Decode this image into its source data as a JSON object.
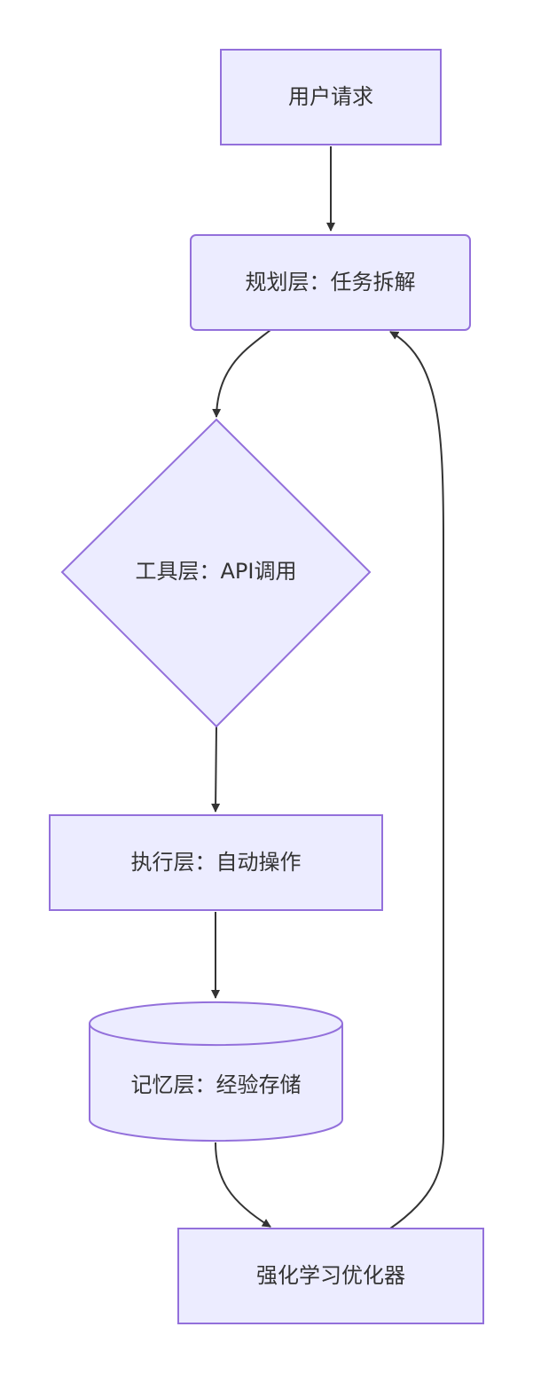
{
  "diagram": {
    "type": "flowchart",
    "direction": "top-down",
    "colors": {
      "node_fill": "#ececff",
      "node_stroke": "#9370db",
      "edge": "#333333",
      "text": "#333333"
    },
    "nodes": {
      "user_request": {
        "label": "用户请求",
        "shape": "rectangle"
      },
      "planning_layer": {
        "label": "规划层：任务拆解",
        "shape": "rounded-rectangle"
      },
      "tool_layer": {
        "label": "工具层：API调用",
        "shape": "diamond"
      },
      "execution_layer": {
        "label": "执行层：自动操作",
        "shape": "rectangle"
      },
      "memory_layer": {
        "label": "记忆层：经验存储",
        "shape": "cylinder"
      },
      "rl_optimizer": {
        "label": "强化学习优化器",
        "shape": "rectangle"
      }
    },
    "edges": [
      {
        "from": "user_request",
        "to": "planning_layer"
      },
      {
        "from": "planning_layer",
        "to": "tool_layer"
      },
      {
        "from": "tool_layer",
        "to": "execution_layer"
      },
      {
        "from": "execution_layer",
        "to": "memory_layer"
      },
      {
        "from": "memory_layer",
        "to": "rl_optimizer"
      },
      {
        "from": "rl_optimizer",
        "to": "planning_layer"
      }
    ]
  }
}
